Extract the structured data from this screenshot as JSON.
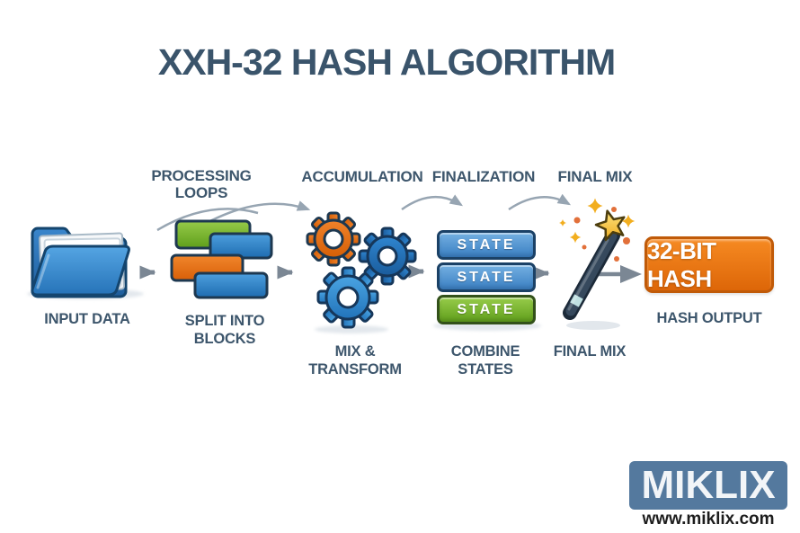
{
  "title": "XXH-32 HASH ALGORITHM",
  "phases": [
    {
      "label": "PROCESSING LOOPS"
    },
    {
      "label": "ACCUMULATION"
    },
    {
      "label": "FINALIZATION"
    },
    {
      "label": "FINAL MIX"
    }
  ],
  "steps": {
    "input": {
      "caption": "INPUT DATA",
      "icon": "folder-icon"
    },
    "split": {
      "caption": "SPLIT INTO BLOCKS",
      "icon": "blocks-icon"
    },
    "mix": {
      "caption": "MIX & TRANSFORM",
      "icon": "gears-icon"
    },
    "combine": {
      "caption": "COMBINE STATES",
      "icon": "state-stack-icon",
      "states": [
        "STATE",
        "STATE",
        "STATE"
      ]
    },
    "final": {
      "caption": "FINAL MIX",
      "icon": "magic-wand-icon"
    },
    "output": {
      "caption": "HASH OUTPUT",
      "result_label": "32-BIT HASH"
    }
  },
  "footer": {
    "brand": "MIKLIX",
    "website": "www.miklix.com"
  },
  "colors": {
    "ink": "#3d566c",
    "orange": "#ee7612",
    "blue": "#2f8fd8",
    "green": "#77b82c",
    "arrow_gray": "#7b8794",
    "arc_gray": "#97a5b2",
    "logo_blue": "#54799e"
  }
}
